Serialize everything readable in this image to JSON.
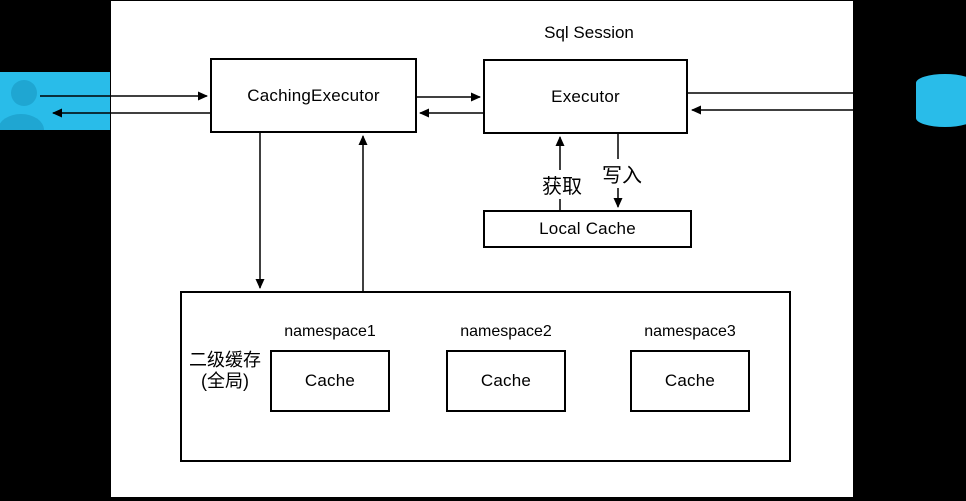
{
  "diagram": {
    "title": "Sql Session",
    "nodes": {
      "caching_executor": {
        "label": "CachingExecutor"
      },
      "executor": {
        "label": "Executor"
      },
      "local_cache": {
        "label": "Local Cache"
      },
      "l2_cache_group": {
        "label_line1": "二级缓存",
        "label_line2": "(全局)"
      },
      "namespaces": [
        {
          "label": "namespace1",
          "cache_label": "Cache"
        },
        {
          "label": "namespace2",
          "cache_label": "Cache"
        },
        {
          "label": "namespace3",
          "cache_label": "Cache"
        }
      ]
    },
    "edge_labels": {
      "get": "获取",
      "write": "写入"
    },
    "icons": {
      "left": "user-icon",
      "right": "database-icon"
    },
    "colors": {
      "background": "#000000",
      "canvas": "#FFFFFF",
      "line": "#000000",
      "accent_cyan": "#29BCE9",
      "accent_cyan_dark": "#1FA6D2"
    }
  }
}
